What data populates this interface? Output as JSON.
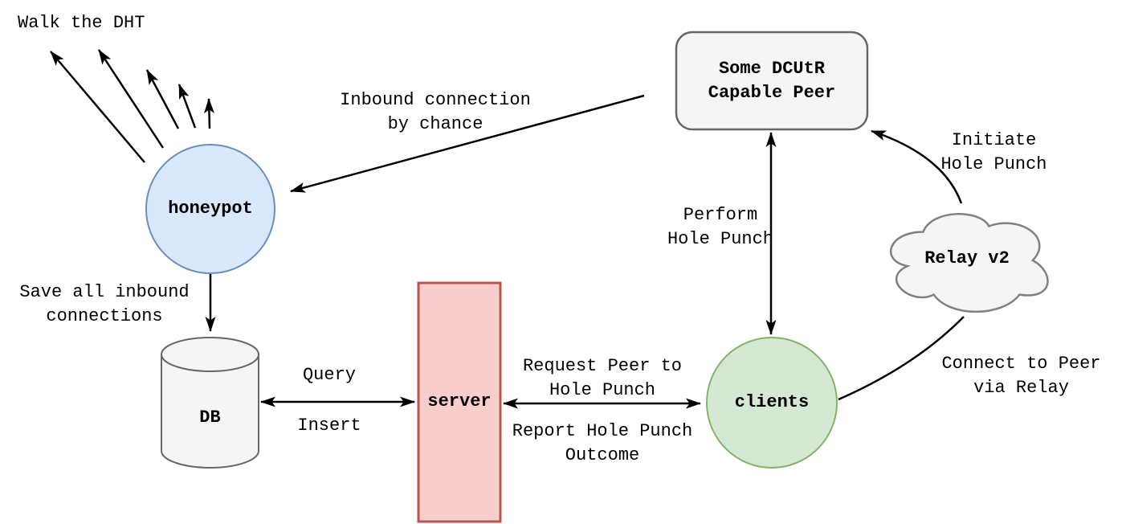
{
  "background": "#ffffff",
  "edge_color": "#000000",
  "nodes": {
    "honeypot": {
      "label": "honeypot",
      "fill": "#dae8fc",
      "stroke": "#6c8ebf"
    },
    "db": {
      "label": "DB",
      "fill": "#f5f5f5",
      "stroke": "#666666"
    },
    "server": {
      "label": "server",
      "fill": "#f8cecc",
      "stroke": "#b85450"
    },
    "clients": {
      "label": "clients",
      "fill": "#d5e8d4",
      "stroke": "#82b366"
    },
    "dcutr_peer": {
      "lines": [
        "Some DCUtR",
        "Capable Peer"
      ],
      "fill": "#f5f5f5",
      "stroke": "#666666"
    },
    "relay": {
      "label": "Relay v2",
      "fill": "#f5f5f5",
      "stroke": "#808080"
    }
  },
  "edge_labels": {
    "walk_dht": {
      "lines": [
        "Walk the DHT"
      ]
    },
    "inbound": {
      "lines": [
        "Inbound connection",
        "by chance"
      ]
    },
    "save": {
      "lines": [
        "Save all inbound",
        "connections"
      ]
    },
    "query": {
      "lines": [
        "Query"
      ]
    },
    "insert": {
      "lines": [
        "Insert"
      ]
    },
    "request": {
      "lines": [
        "Request Peer to",
        "Hole Punch"
      ]
    },
    "report": {
      "lines": [
        "Report Hole Punch",
        "Outcome"
      ]
    },
    "perform": {
      "lines": [
        "Perform",
        "Hole Punch"
      ]
    },
    "initiate": {
      "lines": [
        "Initiate",
        "Hole Punch"
      ]
    },
    "connect": {
      "lines": [
        "Connect to Peer",
        "via Relay"
      ]
    }
  }
}
